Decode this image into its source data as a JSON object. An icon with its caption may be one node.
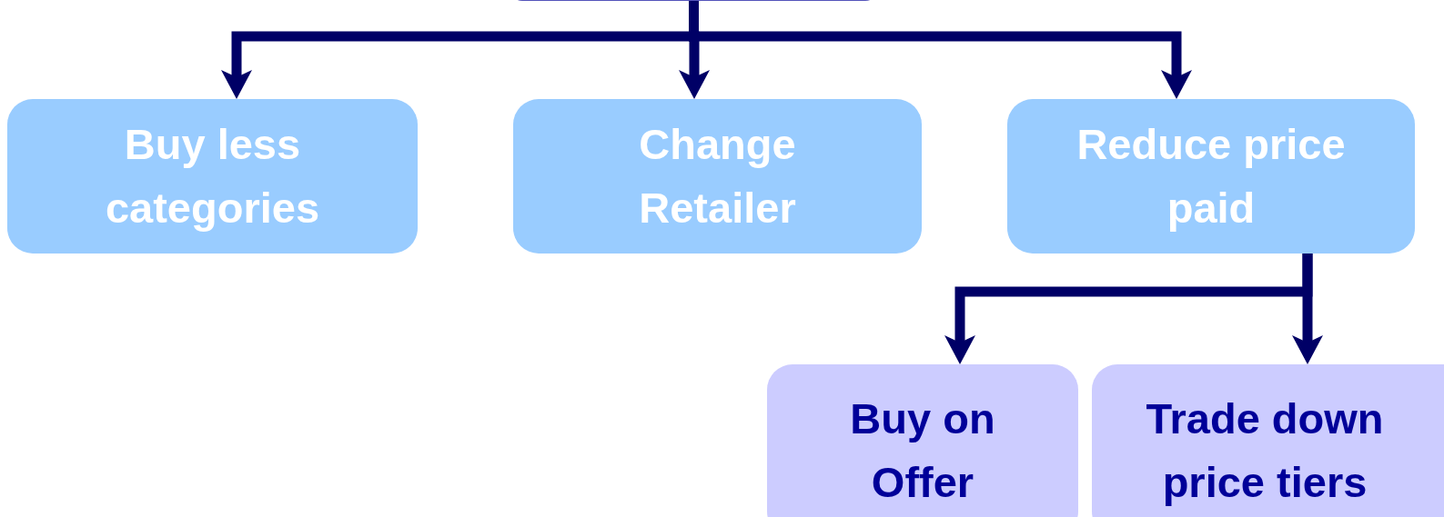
{
  "diagram": {
    "nodes": [
      {
        "text": [],
        "shape": "box"
      },
      {
        "text": [
          "Buy less categories"
        ]
      },
      {
        "text": [
          "Change Retailer"
        ]
      },
      {
        "text": [
          "Reduce price paid"
        ]
      },
      {
        "text": [
          "Buy on Offer"
        ]
      },
      {
        "text": [
          "Trade down price tiers"
        ]
      }
    ],
    "edges": [
      {
        "from": 0,
        "to": 1,
        "arrow": "to"
      },
      {
        "from": 0,
        "to": 2,
        "arrow": "to"
      },
      {
        "from": 0,
        "to": 3,
        "arrow": "to"
      },
      {
        "from": 3,
        "to": 4,
        "arrow": "to"
      },
      {
        "from": 3,
        "to": 5,
        "arrow": "to"
      }
    ]
  }
}
